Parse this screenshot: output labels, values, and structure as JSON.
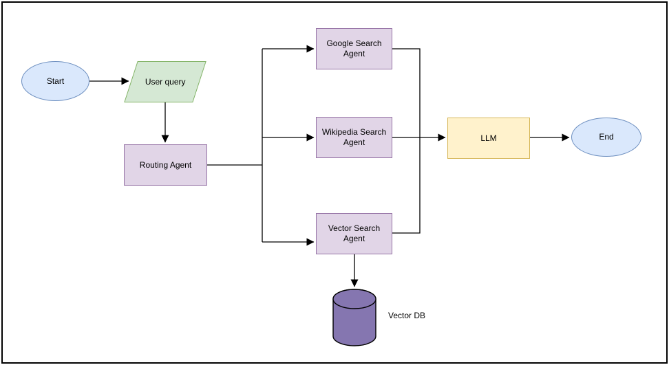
{
  "diagram": {
    "type": "flowchart",
    "nodes": {
      "start": {
        "label": "Start",
        "shape": "ellipse",
        "fill": "#dae8fc",
        "stroke": "#6c8ebf"
      },
      "user_query": {
        "label": "User query",
        "shape": "parallelogram",
        "fill": "#d5e8d4",
        "stroke": "#82b366"
      },
      "routing_agent": {
        "label": "Routing Agent",
        "shape": "rectangle",
        "fill": "#e1d5e7",
        "stroke": "#9673a6"
      },
      "google_agent": {
        "label": "Google Search Agent",
        "shape": "rectangle",
        "fill": "#e1d5e7",
        "stroke": "#9673a6"
      },
      "wikipedia_agent": {
        "label": "Wikipedia Search Agent",
        "shape": "rectangle",
        "fill": "#e1d5e7",
        "stroke": "#9673a6"
      },
      "vector_agent": {
        "label": "Vector Search Agent",
        "shape": "rectangle",
        "fill": "#e1d5e7",
        "stroke": "#9673a6"
      },
      "llm": {
        "label": "LLM",
        "shape": "rectangle",
        "fill": "#fff2cc",
        "stroke": "#d6b656"
      },
      "end": {
        "label": "End",
        "shape": "ellipse",
        "fill": "#dae8fc",
        "stroke": "#6c8ebf"
      },
      "vector_db": {
        "label": "Vector DB",
        "shape": "cylinder",
        "fill": "#8576b0",
        "stroke": "#000000"
      }
    },
    "edges": [
      {
        "from": "Start",
        "to": "User query"
      },
      {
        "from": "User query",
        "to": "Routing Agent"
      },
      {
        "from": "Routing Agent",
        "to": "Google Search Agent"
      },
      {
        "from": "Routing Agent",
        "to": "Wikipedia Search Agent"
      },
      {
        "from": "Routing Agent",
        "to": "Vector Search Agent"
      },
      {
        "from": "Google Search Agent",
        "to": "LLM"
      },
      {
        "from": "Wikipedia Search Agent",
        "to": "LLM"
      },
      {
        "from": "Vector Search Agent",
        "to": "LLM"
      },
      {
        "from": "LLM",
        "to": "End"
      },
      {
        "from": "Vector Search Agent",
        "to": "Vector DB"
      }
    ],
    "connector_color": "#000000",
    "background_color": "#ffffff",
    "border_color": "#000000"
  }
}
